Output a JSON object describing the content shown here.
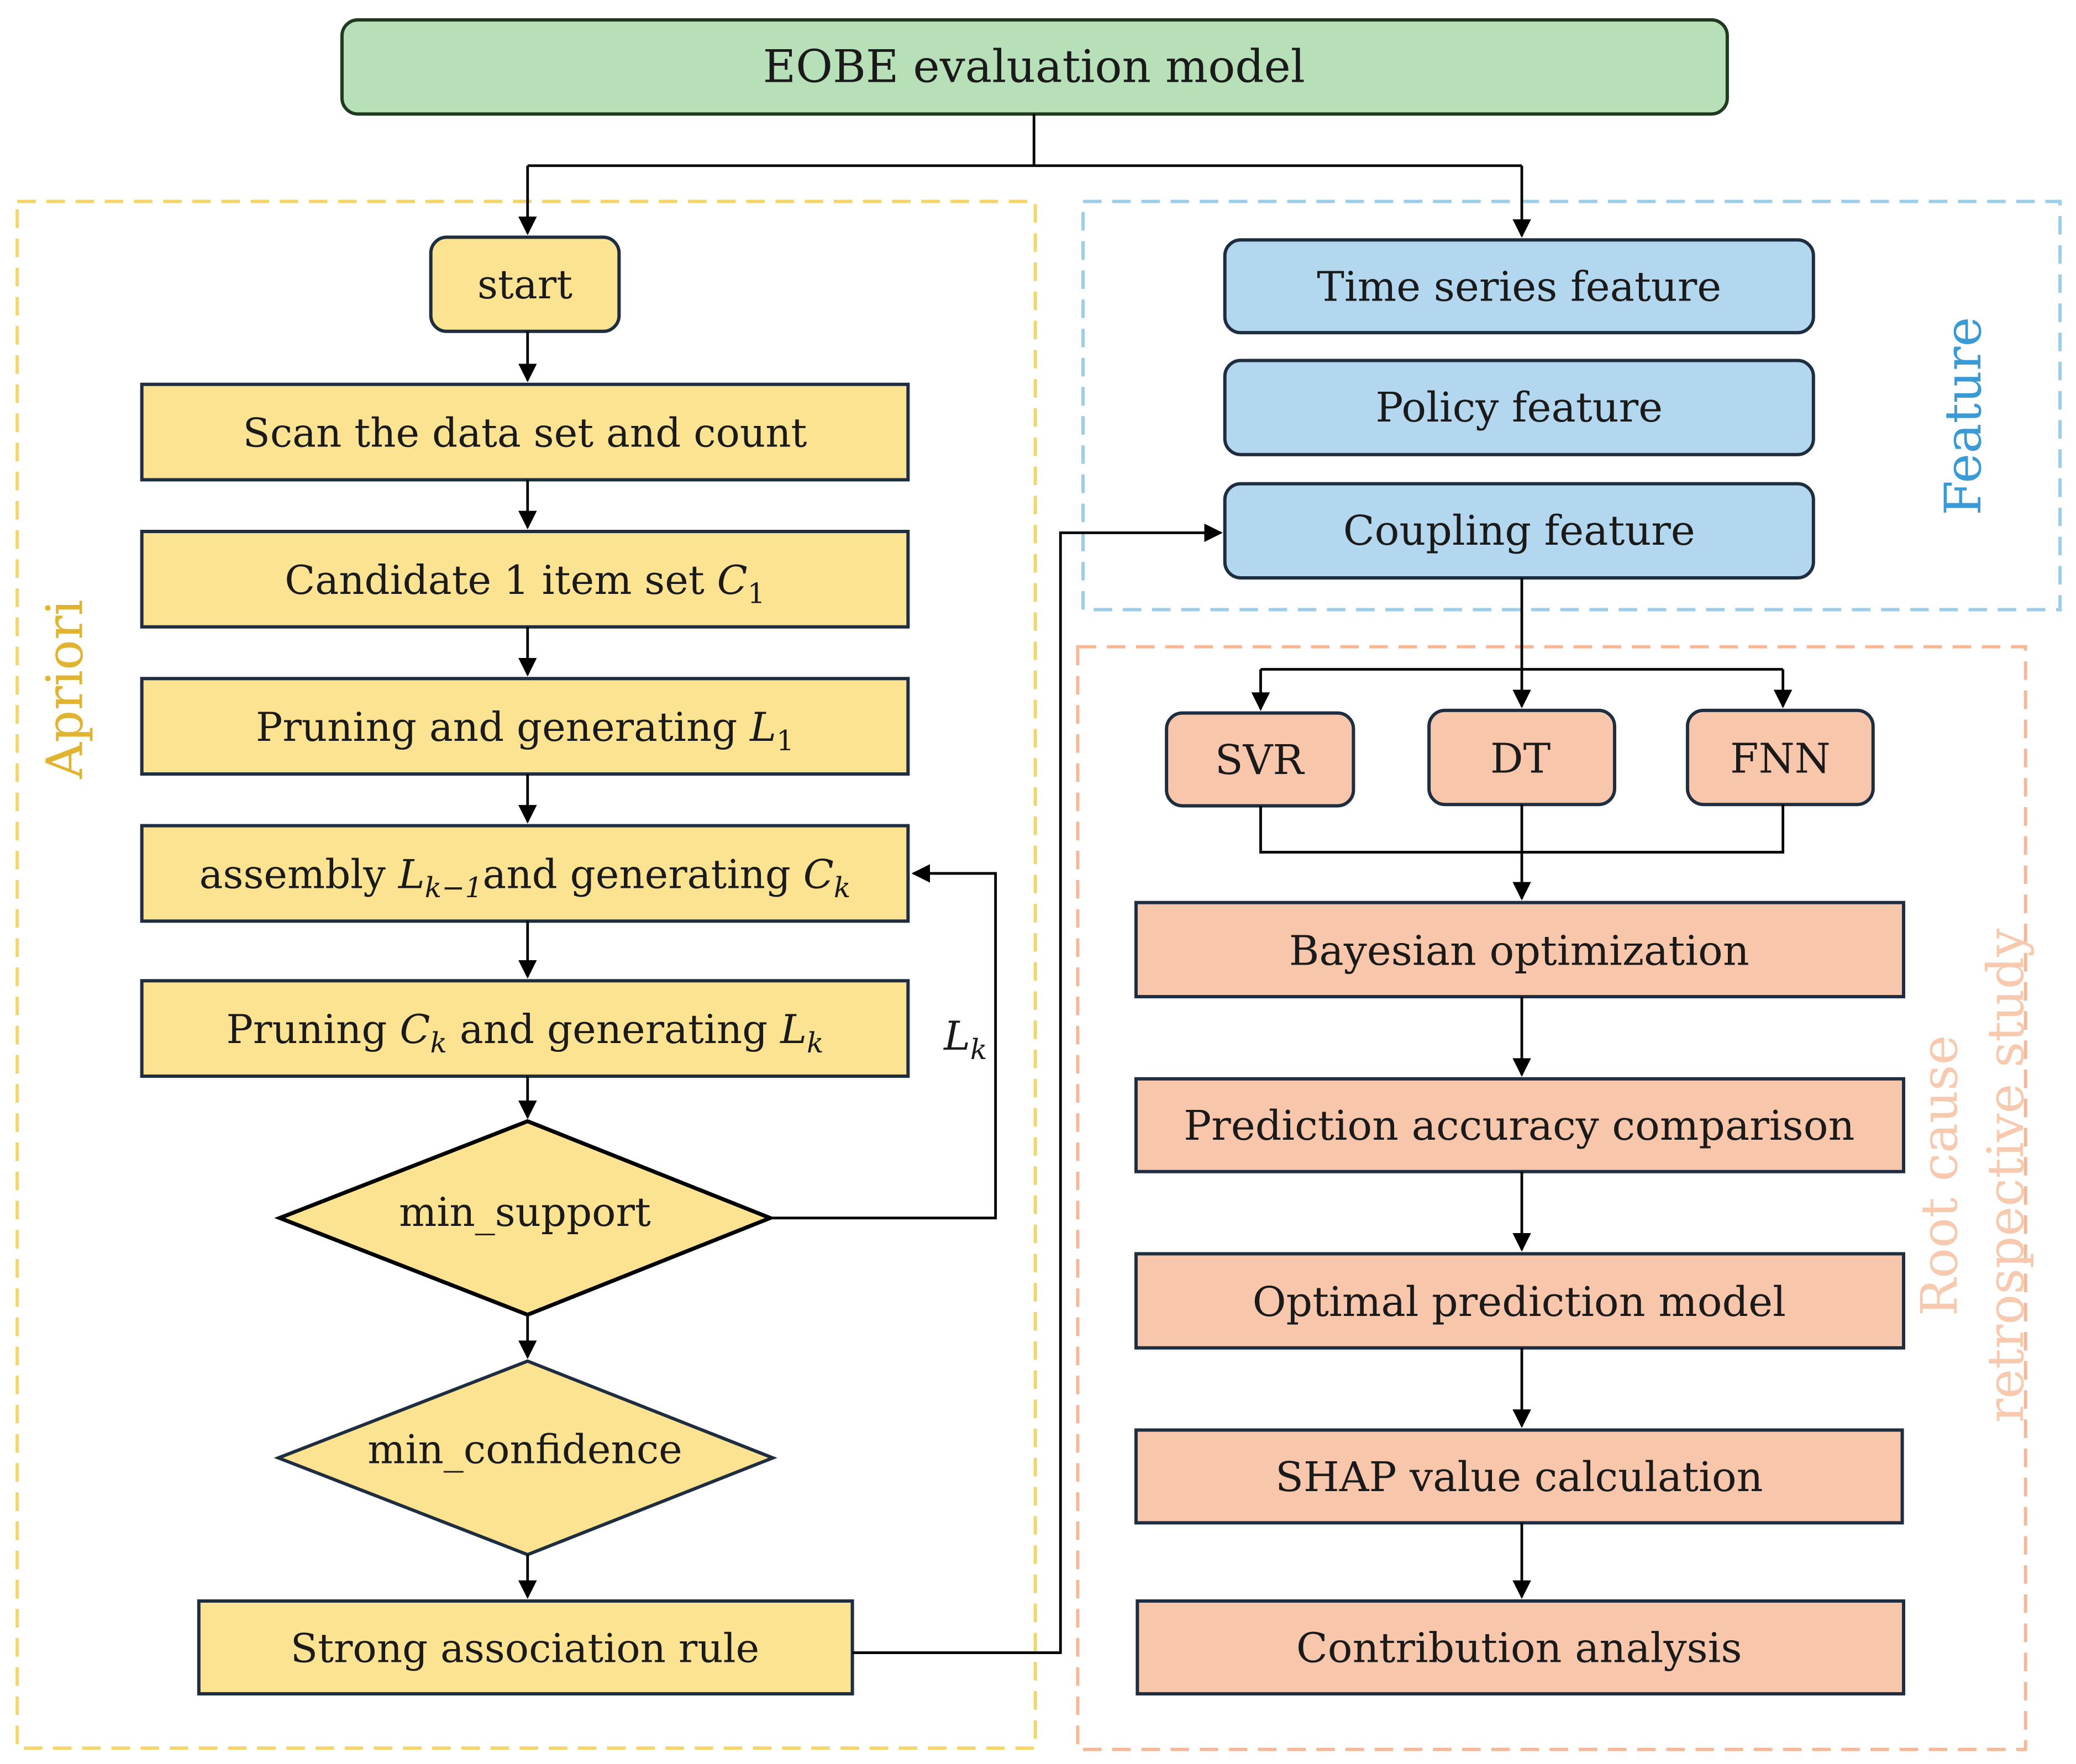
{
  "title": "EOBE evaluation model",
  "regions": {
    "apriori": "Apriori",
    "feature": "Feature",
    "root_cause_line1": "Root cause",
    "root_cause_line2": "retrospective study"
  },
  "apriori_flow": {
    "start": "start",
    "scan": "Scan the data set and count",
    "candidate": {
      "text": "Candidate 1 item set ",
      "var": "C",
      "sub": "1"
    },
    "pruning1": {
      "text": "Pruning and generating ",
      "var": "L",
      "sub": "1"
    },
    "assembly": {
      "pre": "assembly ",
      "var1": "L",
      "sub1": "k−1",
      "mid": "and generating ",
      "var2": "C",
      "sub2": "k"
    },
    "pruning_k": {
      "pre": "Pruning ",
      "var1": "C",
      "sub1": "k",
      "mid": " and generating ",
      "var2": "L",
      "sub2": "k"
    },
    "loop_label": {
      "var": "L",
      "sub": "k"
    },
    "min_support": "min_support",
    "min_confidence": "min_confidence",
    "strong_rule": "Strong association rule"
  },
  "features": [
    "Time series feature",
    "Policy feature",
    "Coupling feature"
  ],
  "models": [
    "SVR",
    "DT",
    "FNN"
  ],
  "pipeline": [
    "Bayesian optimization",
    "Prediction accuracy comparison",
    "Optimal prediction model",
    "SHAP value calculation",
    "Contribution analysis"
  ],
  "colors": {
    "title_fill": "#b8e0b8",
    "title_stroke": "#1f3a1f",
    "apriori_fill": "#fce391",
    "apriori_region": "#f5d56a",
    "apriori_label": "#e0b430",
    "feature_fill": "#b3d7ef",
    "feature_region": "#9ccdea",
    "feature_label": "#3a9ad6",
    "root_fill": "#f8c6ab",
    "root_region": "#f5b898",
    "root_label": "#f7c9ae",
    "stroke": "#1e2d40"
  }
}
